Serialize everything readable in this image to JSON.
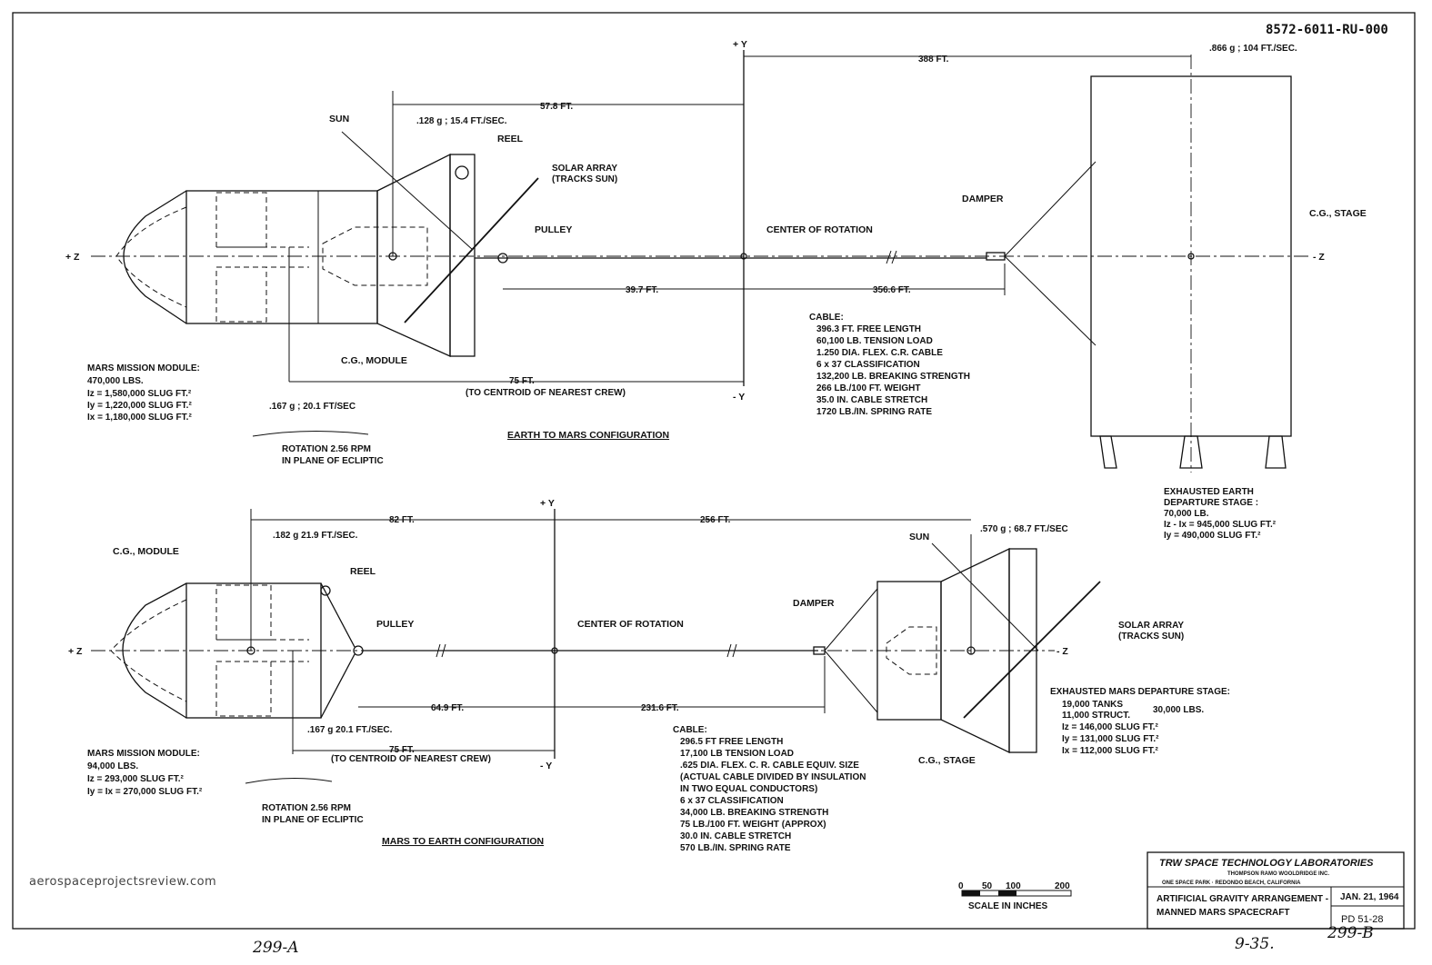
{
  "document_number": "8572-6011-RU-000",
  "watermark": "aerospaceprojectsreview.com",
  "handwritten": {
    "left": "299-A",
    "middle": "9-35.",
    "right": "299-B"
  },
  "top": {
    "title": "EARTH TO MARS CONFIGURATION",
    "axis": {
      "plus_z": "+ Z",
      "minus_z": "- Z",
      "plus_y": "+ Y",
      "minus_y": "- Y"
    },
    "labels": {
      "sun": "SUN",
      "reel": "REEL",
      "solar_array": [
        "SOLAR ARRAY",
        "(TRACKS SUN)"
      ],
      "pulley": "PULLEY",
      "center_of_rotation": "CENTER OF ROTATION",
      "damper": "DAMPER",
      "cg_stage": "C.G., STAGE",
      "cg_module": "C.G., MODULE",
      "accel_module": ".128 g ; 15.4 FT./SEC.",
      "accel_stage": ".866 g ; 104 FT./SEC.",
      "accel_crew": ".167 g ; 20.1 FT/SEC"
    },
    "dims": {
      "d1": "57.8 FT.",
      "d2": "388 FT.",
      "d3": "39.7 FT.",
      "d4": "356.6 FT.",
      "d5": "75 FT.",
      "d5_note": "(TO CENTROID OF NEAREST CREW)"
    },
    "module_notes": [
      "MARS MISSION MODULE:",
      "470,000 LBS.",
      "Iz = 1,580,000 SLUG FT.²",
      "Iy = 1,220,000 SLUG FT.²",
      "Ix = 1,180,000 SLUG FT.²"
    ],
    "cable_notes": [
      "CABLE:",
      "396.3 FT. FREE LENGTH",
      "60,100 LB. TENSION LOAD",
      "1.250 DIA. FLEX. C.R. CABLE",
      "6 x 37 CLASSIFICATION",
      "132,200 LB. BREAKING STRENGTH",
      "266 LB./100 FT. WEIGHT",
      "35.0 IN. CABLE STRETCH",
      "1720 LB./IN. SPRING RATE"
    ],
    "stage_notes": [
      "EXHAUSTED EARTH",
      "DEPARTURE STAGE :",
      "70,000 LB.",
      "Iz - Ix = 945,000 SLUG FT.²",
      "Iy = 490,000 SLUG FT.²"
    ],
    "rotation": [
      "ROTATION 2.56 RPM",
      "IN PLANE OF ECLIPTIC"
    ]
  },
  "bottom": {
    "title": "MARS TO EARTH CONFIGURATION",
    "axis": {
      "plus_z": "+ Z",
      "minus_z": "- Z",
      "plus_y": "+ Y",
      "minus_y": "- Y"
    },
    "labels": {
      "cg_module": "C.G., MODULE",
      "reel": "REEL",
      "pulley": "PULLEY",
      "center_of_rotation": "CENTER OF ROTATION",
      "damper": "DAMPER",
      "sun": "SUN",
      "solar_array": [
        "SOLAR ARRAY",
        "(TRACKS SUN)"
      ],
      "cg_stage": "C.G., STAGE",
      "accel_module": ".182 g 21.9 FT./SEC.",
      "accel_stage": ".570 g ; 68.7 FT./SEC",
      "accel_crew": ".167 g 20.1 FT./SEC."
    },
    "dims": {
      "d1": "82 FT.",
      "d2": "256 FT.",
      "d3": "64.9 FT.",
      "d4": "231.6 FT.",
      "d5": "75 FT.",
      "d5_note": "(TO CENTROID OF NEAREST CREW)"
    },
    "module_notes": [
      "MARS MISSION MODULE:",
      "94,000 LBS.",
      "Iz = 293,000 SLUG FT.²",
      "Iy = Ix = 270,000 SLUG FT.²"
    ],
    "cable_notes": [
      "CABLE:",
      "296.5 FT FREE LENGTH",
      "17,100 LB TENSION LOAD",
      ".625 DIA. FLEX. C. R. CABLE EQUIV. SIZE",
      "(ACTUAL CABLE DIVIDED BY INSULATION",
      "IN TWO EQUAL CONDUCTORS)",
      "6 x 37 CLASSIFICATION",
      "34,000 LB. BREAKING STRENGTH",
      "75 LB./100 FT. WEIGHT (APPROX)",
      "30.0 IN. CABLE STRETCH",
      "570 LB./IN. SPRING RATE"
    ],
    "stage_notes": [
      "EXHAUSTED MARS DEPARTURE STAGE:",
      "19,000 TANKS",
      "11,000 STRUCT.",
      "30,000 LBS.",
      "Iz = 146,000 SLUG FT.²",
      "Iy = 131,000 SLUG FT.²",
      "Ix = 112,000 SLUG FT.²"
    ],
    "rotation": [
      "ROTATION 2.56 RPM",
      "IN PLANE OF ECLIPTIC"
    ]
  },
  "scale": {
    "ticks": [
      "0",
      "50",
      "100",
      "200"
    ],
    "label": "SCALE IN INCHES"
  },
  "title_block": {
    "company": "TRW SPACE TECHNOLOGY LABORATORIES",
    "subsidiary": "THOMPSON RAMO WOOLDRIDGE INC.",
    "address": "ONE SPACE PARK · REDONDO BEACH, CALIFORNIA",
    "title_line1": "ARTIFICIAL GRAVITY ARRANGEMENT -",
    "title_line2": "MANNED MARS SPACECRAFT",
    "date": "JAN. 21, 1964",
    "drawing_no": "PD 51-28"
  }
}
